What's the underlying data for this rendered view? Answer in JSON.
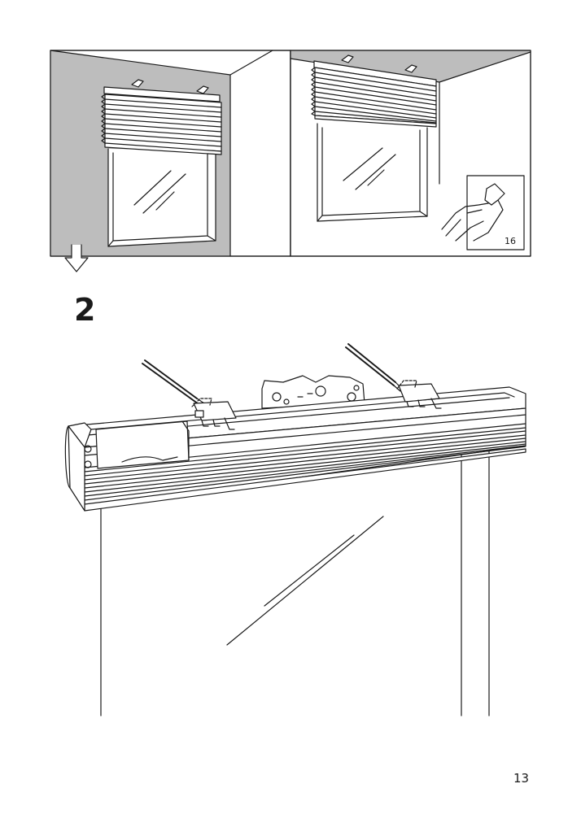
{
  "step": {
    "number": "2"
  },
  "reference": {
    "page": "16"
  },
  "page_number": "13",
  "icons": {
    "down_arrow": "down-arrow-icon",
    "hand_peel": "hand-peeling-sticker-icon"
  },
  "colors": {
    "wall_shade": "#bdbdbd",
    "ceiling_shade": "#bdbdbd",
    "line": "#1a1a1a",
    "background": "#ffffff"
  }
}
